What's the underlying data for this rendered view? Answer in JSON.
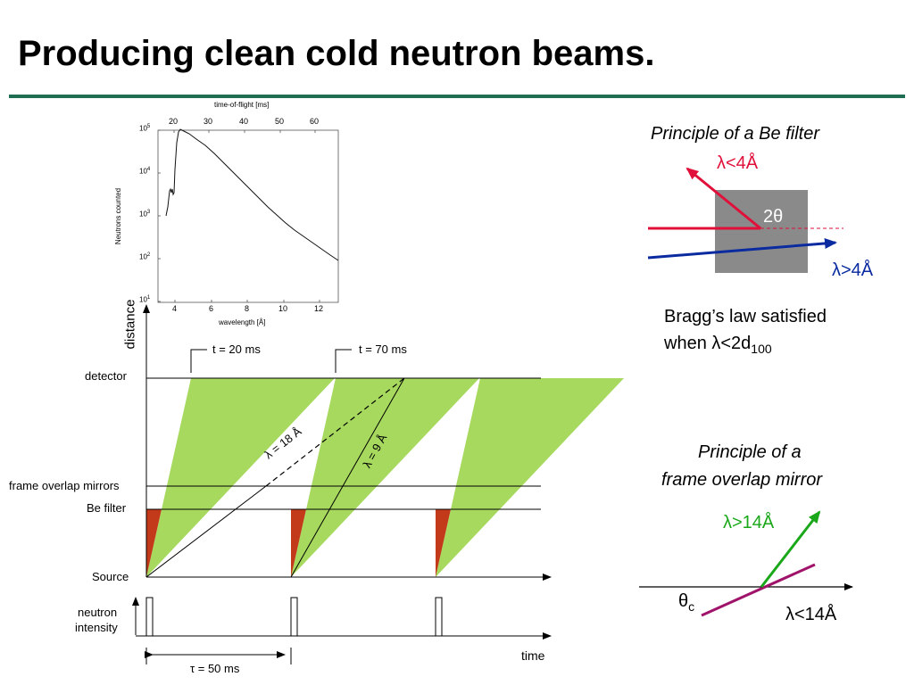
{
  "slide": {
    "title": "Producing clean cold neutron beams."
  },
  "tof_plot": {
    "top_axis_label": "time-of-flight [ms]",
    "top_ticks": [
      "20",
      "30",
      "40",
      "50",
      "60"
    ],
    "y_label": "Neutrons counted",
    "y_ticks": [
      "10",
      "10",
      "10",
      "10",
      "10"
    ],
    "y_exponents": [
      "5",
      "4",
      "3",
      "2",
      "1"
    ],
    "x_ticks": [
      "4",
      "6",
      "8",
      "10",
      "12"
    ],
    "x_label": "wavelength   [Å]"
  },
  "timing_diagram": {
    "y_axis_label": "distance",
    "x_axis_label": "time",
    "rows": {
      "detector": "detector",
      "frame_overlap": "frame overlap mirrors",
      "be_filter": "Be filter",
      "source": "Source",
      "neutron_intensity_1": "neutron",
      "neutron_intensity_2": "intensity"
    },
    "marker_t20": "t = 20 ms",
    "marker_t70": "t = 70 ms",
    "lambda_18": "λ = 18 Å",
    "lambda_9": "λ = 9 Å",
    "tau": "τ = 50 ms"
  },
  "be_filter": {
    "title": "Principle of a Be filter",
    "lambda_less": "λ<4Å",
    "angle": "2θ",
    "lambda_more": "λ>4Å",
    "bragg_line1": "Bragg’s law satisfied",
    "bragg_line2_prefix": "when λ<2d",
    "bragg_subscript": "100"
  },
  "mirror": {
    "title_line1": "Principle of a",
    "title_line2": "frame overlap mirror",
    "lambda_more": "λ>14Å",
    "theta": "θ",
    "theta_sub": "c",
    "lambda_less": "λ<14Å"
  },
  "colors": {
    "accent_rule": "#1f6e52",
    "green_band": "#a6d95e",
    "red_band": "#c33a1a",
    "red_ray": "#e0103a",
    "blue_ray": "#0a2aa0",
    "green_ray": "#1aa81a",
    "purple_line": "#a0136a",
    "filter_block": "#8a8a8a"
  }
}
